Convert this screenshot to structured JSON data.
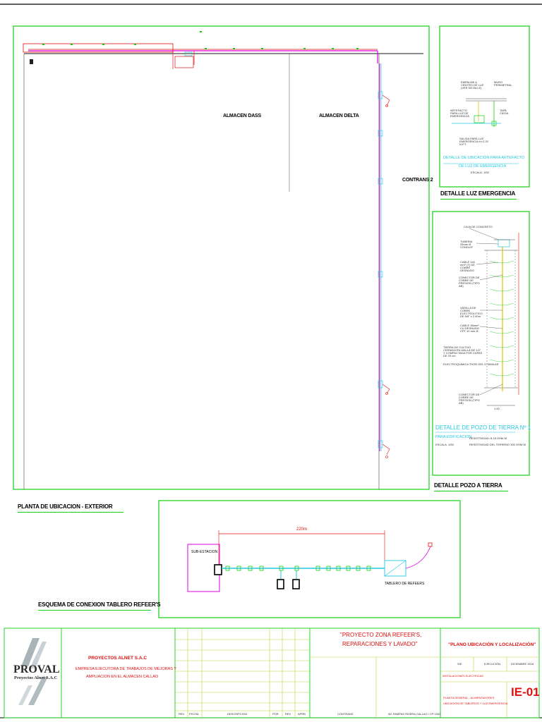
{
  "plan": {
    "rooms": [
      "ALMACEN DASS",
      "ALMACEN DELTA",
      "CONTRANS 2"
    ],
    "view_title": "PLANTA DE UBICACION - EXTERIOR"
  },
  "details": {
    "emergency": {
      "title": "DETALLE LUZ EMERGENCIA",
      "caption_line1": "DETALLE DE UBICACIÓN PARA ARTEFACTO",
      "caption_line2": "DE LUZ DE EMERGENCIA",
      "scale": "ESCALA: 1/50",
      "notes": [
        "EMPALME A CENTRO DE LUZ (VER DETALLE)",
        "MURO PERIMETRAL",
        "ARTEFACTO PARA LUZ DE EMERGENCIA",
        "TAPA CIEGA",
        "SALIDA PARA LUZ EMERGENCIA H=2.20 N.P.T."
      ]
    },
    "ground": {
      "title": "DETALLE POZO A TIERRA",
      "heading": "DETALLE DE POZO DE TIERRA Nº 1",
      "subheading": "PARA EDIFICACION",
      "scale": "ESCALA: 1/50",
      "resistance_a": "RESISTIVIDAD: 8.18 OHM-M",
      "resistance_b": "RESISTIVIDAD DEL TERRENO 300 OHM-M",
      "notes": [
        "CAJA DE CONCRETO",
        "TUBERIA 25mm Ø CONDUIT",
        "CABLE 1x6 mm² (T) DE COBRE DESNUDO",
        "CONECTOR DE COBRE DE PRESION (TIPO AB)",
        "VARILLA DE COBRE ELECTROLITICO DE 5/8\" x 2.40m",
        "CABLE 35mm² CU DESNUDO CPT 10 mm Ø",
        "TIERRA DE CULTIVO CERNIDA EN MALLA DE 1/2\" Y COMPACTADA POR CAPAS DE 20 cm",
        "ELECTROQUIMICA THOR GEL O SIMILAR",
        "CONECTOR DE COBRE DE PRESION (TIPO AB)"
      ],
      "width_label": "1.00"
    }
  },
  "schematic": {
    "title": "ESQUEMA DE CONEXION TABLERO REFEER'S",
    "distance": "220m",
    "substation": "SUB-ESTACION",
    "board": "TABLERO DE REFEERS"
  },
  "title_block": {
    "logo_name": "PROVAL",
    "logo_sub": "Proyectos Alnet S.A.C",
    "company": "PROYECTOS ALNET S.A.C",
    "company_desc_1": "EMPRESA EJECUTORA DE TRABAJOS DE MEJORAS Y",
    "company_desc_2": "AMPLIACION EN EL ALMACEN  CALLAO",
    "revision_headers": [
      "REV",
      "FECHA",
      "DESCRIPCION",
      "POR",
      "REV",
      "APRB"
    ],
    "project_line1": "\"PROYECTO ZONA REFEER'S,",
    "project_line2": "REPARACIONES Y LAVADO\"",
    "plan_name": "\"PLANO UBICACIÓN Y LOCALIZACIÓN\"",
    "stage": "EJECUCIÓN",
    "date": "DICIEMBRE 2018",
    "discipline": "INSTALACIONES ELECTRICAS",
    "content_1": "PLANTA GENERAL - ALIMENTADORES",
    "content_2": "UBICACION DE TABLEROS Y LUZ EMERGENCIA",
    "sheet_code": "IE-01",
    "client": "CONTRANS",
    "address": "AV. PAMPAS RIVERA CALLAO / CP 1002",
    "scale_code": "S/E"
  }
}
